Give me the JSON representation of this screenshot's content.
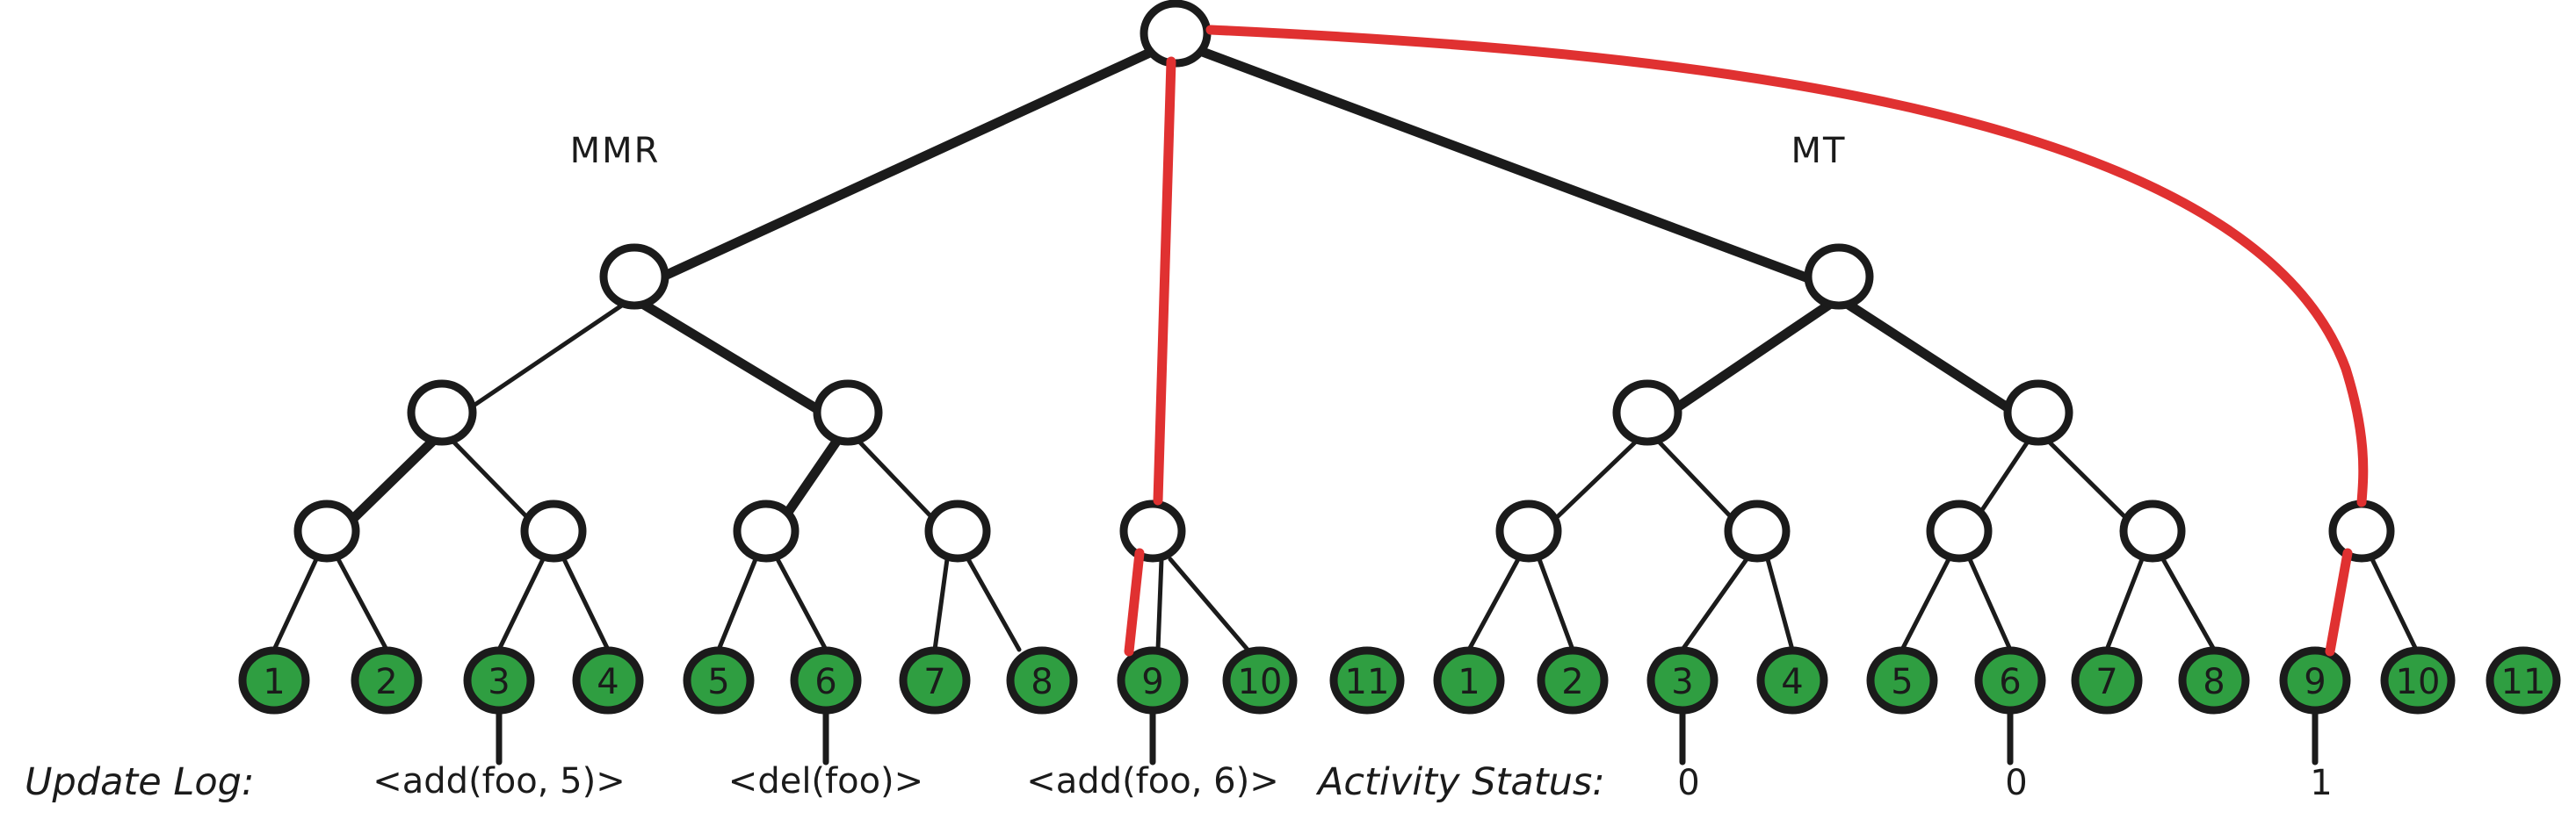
{
  "diagram": {
    "title_left": "MMR",
    "title_right": "MT",
    "colors": {
      "leaf_fill": "#2f9e41",
      "stroke": "#1b1b1b",
      "highlight": "#e03131",
      "background": "#ffffff"
    }
  },
  "mmr": {
    "label": "MMR",
    "leaves": [
      "1",
      "2",
      "3",
      "4",
      "5",
      "6",
      "7",
      "8",
      "9",
      "10",
      "11"
    ]
  },
  "mt": {
    "label": "MT",
    "leaves": [
      "1",
      "2",
      "3",
      "4",
      "5",
      "6",
      "7",
      "8",
      "9",
      "10",
      "11"
    ]
  },
  "update_log": {
    "caption": "Update Log:",
    "entries": [
      {
        "text": "<add(foo, 5)>",
        "leaf": "3"
      },
      {
        "text": "<del(foo)>",
        "leaf": "6"
      },
      {
        "text": "<add(foo, 6)>",
        "leaf": "9"
      }
    ]
  },
  "activity_status": {
    "caption": "Activity Status:",
    "entries": [
      {
        "value": "0",
        "leaf": "3"
      },
      {
        "value": "0",
        "leaf": "6"
      },
      {
        "value": "1",
        "leaf": "9"
      }
    ]
  }
}
